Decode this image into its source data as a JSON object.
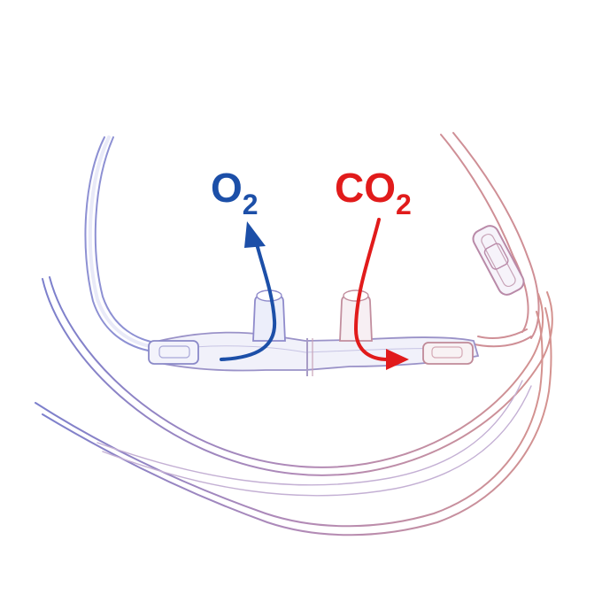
{
  "labels": {
    "o2": {
      "main": "O",
      "sub": "2",
      "color": "#1c4fa8"
    },
    "co2": {
      "main": "CO",
      "sub": "2",
      "color": "#e11b1b"
    }
  },
  "colors": {
    "tube_blue": "#8a8fd0",
    "tube_red": "#d69a9a",
    "tube_fill": "#eef0fb",
    "o2_arrow": "#1c4fa8",
    "co2_arrow": "#e11b1b"
  }
}
